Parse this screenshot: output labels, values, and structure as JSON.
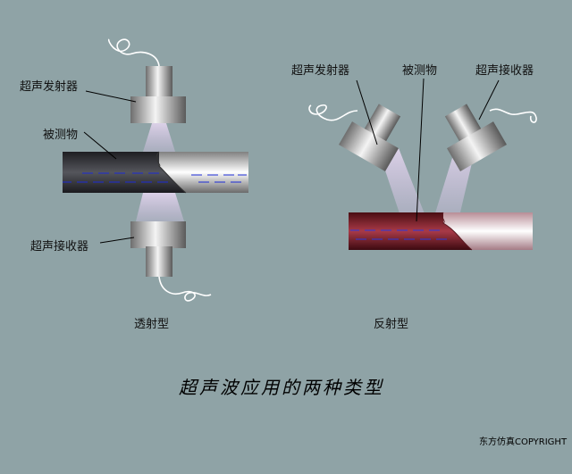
{
  "left": {
    "transmitter_label": "超声发射器",
    "object_label": "被测物",
    "receiver_label": "超声接收器",
    "type_label": "透射型"
  },
  "right": {
    "transmitter_label": "超声发射器",
    "object_label": "被测物",
    "receiver_label": "超声接收器",
    "type_label": "反射型"
  },
  "caption": "超声波应用的两种类型",
  "copyright": "东方仿真COPYRIGHT"
}
